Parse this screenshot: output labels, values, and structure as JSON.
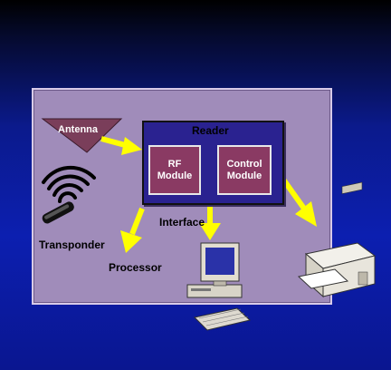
{
  "diagram": {
    "antenna_label": "Antenna",
    "reader_label": "Reader",
    "rf_module_label": "RF\nModule",
    "control_module_label": "Control\nModule",
    "interface_label": "Interface",
    "transponder_label": "Transponder",
    "processor_label": "Processor"
  },
  "colors": {
    "background_top": "#000000",
    "background_bottom": "#0c1fb0",
    "panel": "#a08cba",
    "reader_box": "#2a2290",
    "module": "#8a3a63",
    "antenna": "#7a3e5a",
    "arrow": "#ffff00"
  },
  "icons": [
    "antenna-triangle-icon",
    "signal-waves-icon",
    "transponder-tag-icon",
    "computer-icon",
    "printer-icon"
  ]
}
